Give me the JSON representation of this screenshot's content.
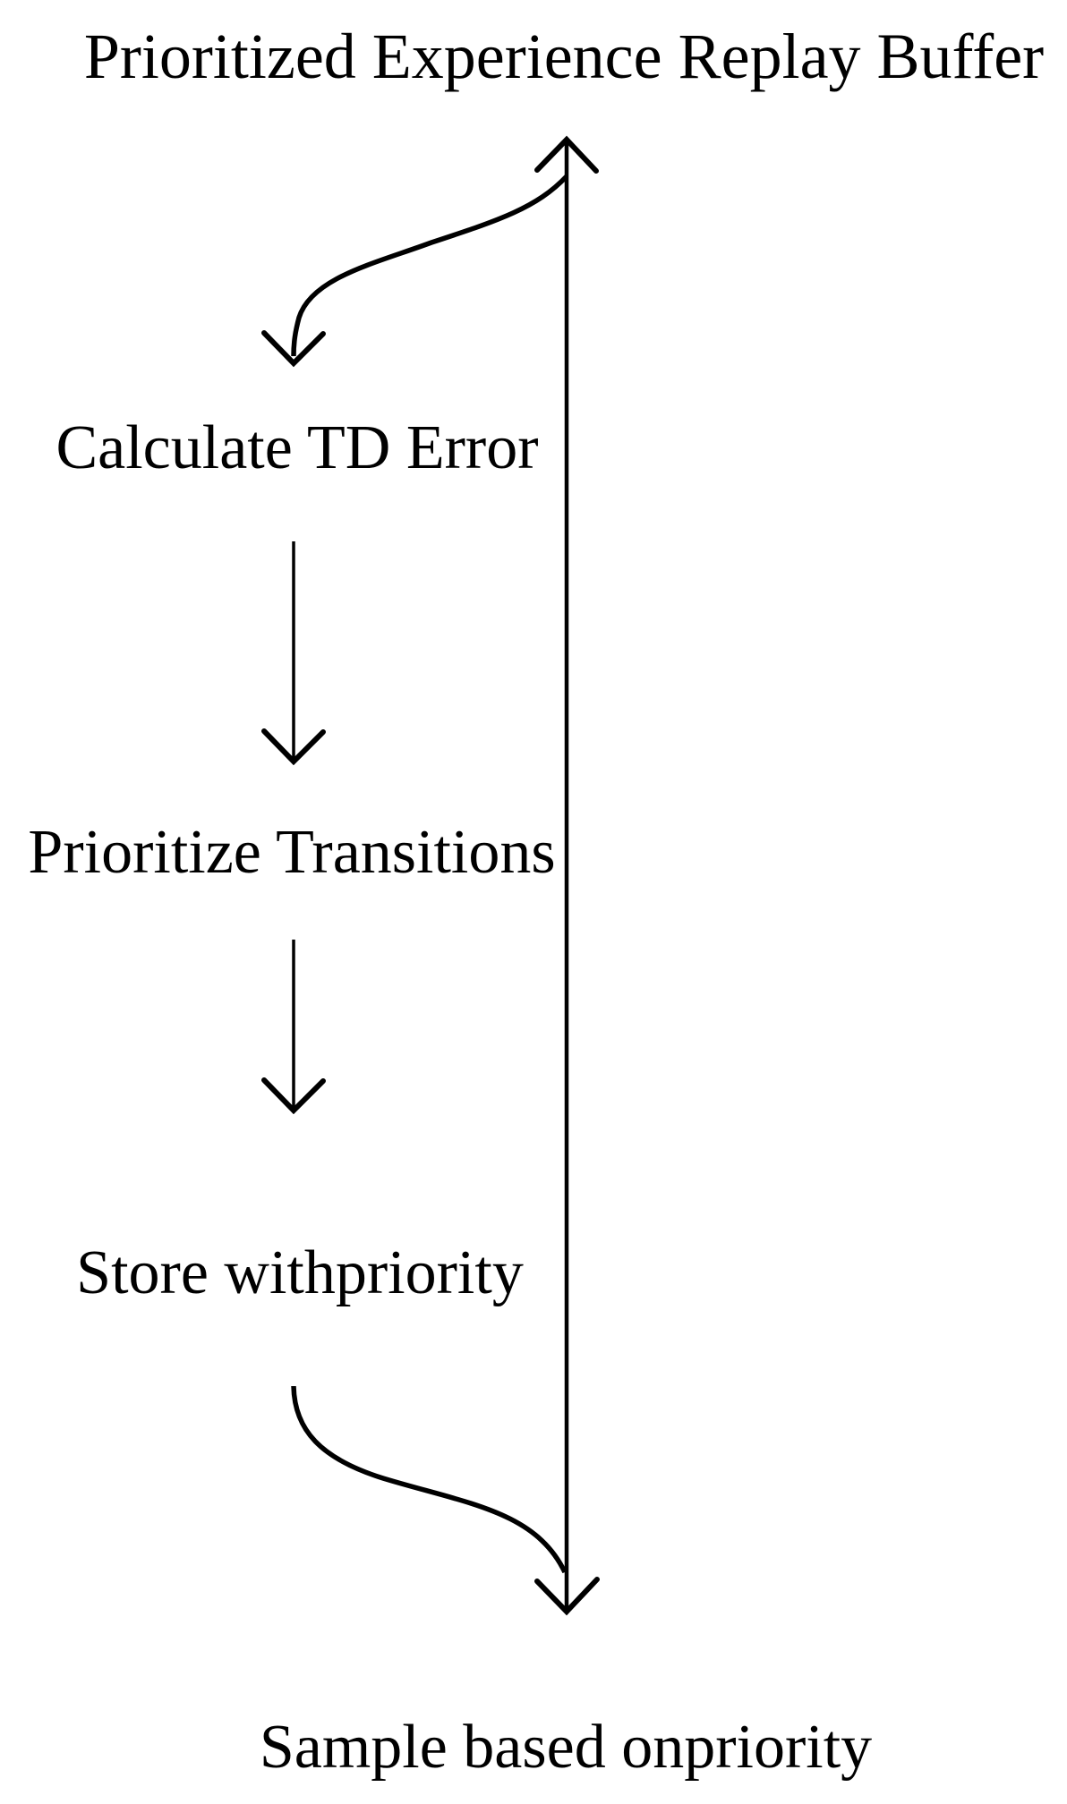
{
  "diagram": {
    "title": "Prioritized Experience Replay Buffer",
    "steps": [
      {
        "label": "Calculate TD Error"
      },
      {
        "label": "Prioritize Transitions"
      },
      {
        "label": "Store withpriority"
      }
    ],
    "bottom_label": "Sample based onpriority",
    "icons": {
      "buffer_line": "double-headed-vertical-arrow",
      "sample_curve": "s-curve-arrow-down-left",
      "store_curve": "s-curve-to-buffer-line",
      "step_connectors": "straight-down-arrows"
    },
    "colors": {
      "stroke": "#000000",
      "text": "#000000",
      "background": "#ffffff"
    }
  }
}
